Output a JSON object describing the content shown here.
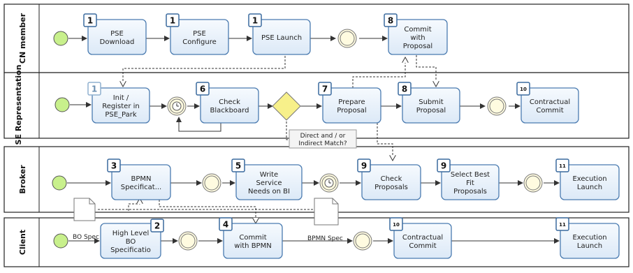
{
  "lanes": [
    {
      "id": "cn",
      "label": "CN member"
    },
    {
      "id": "se",
      "label": "SE Representation"
    },
    {
      "id": "broker",
      "label": "Broker"
    },
    {
      "id": "client",
      "label": "Client"
    }
  ],
  "tasks": {
    "pse_download": {
      "num": "1",
      "lines": [
        "PSE",
        "Download"
      ]
    },
    "pse_configure": {
      "num": "1",
      "lines": [
        "PSE",
        "Configure"
      ]
    },
    "pse_launch": {
      "num": "1",
      "lines": [
        "PSE Launch"
      ]
    },
    "commit_proposal": {
      "num": "8",
      "lines": [
        "Commit",
        "with",
        "Proposal"
      ]
    },
    "init_register": {
      "num": "1",
      "lines": [
        "Init /",
        "Register in",
        "PSE_Park"
      ]
    },
    "check_blackboard": {
      "num": "6",
      "lines": [
        "Check",
        "Blackboard"
      ]
    },
    "prepare_proposal": {
      "num": "7",
      "lines": [
        "Prepare",
        "Proposal"
      ]
    },
    "submit_proposal": {
      "num": "8",
      "lines": [
        "Submit",
        "Proposal"
      ]
    },
    "se_contractual": {
      "num": "10",
      "lines": [
        "Contractual",
        "Commit"
      ]
    },
    "bpmn_spec": {
      "num": "3",
      "lines": [
        "BPMN",
        "Specificat..."
      ]
    },
    "write_service": {
      "num": "5",
      "lines": [
        "Write",
        "Service",
        "Needs on BI"
      ]
    },
    "check_proposals": {
      "num": "9",
      "lines": [
        "Check",
        "Proposals"
      ]
    },
    "select_best": {
      "num": "9",
      "lines": [
        "Select Best",
        "Fit",
        "Proposals"
      ]
    },
    "broker_exec": {
      "num": "11",
      "lines": [
        "Execution",
        "Launch"
      ]
    },
    "high_level": {
      "num": "2",
      "lines": [
        "High Level",
        "BO",
        "Specificatio"
      ]
    },
    "commit_bpmn": {
      "num": "4",
      "lines": [
        "Commit",
        "with BPMN"
      ]
    },
    "client_contractual": {
      "num": "10",
      "lines": [
        "Contractual",
        "Commit"
      ]
    },
    "client_exec": {
      "num": "11",
      "lines": [
        "Execution",
        "Launch"
      ]
    }
  },
  "gateway_annotation": [
    "Direct and / or",
    "Indirect Match?"
  ],
  "documents": {
    "bo_spec": "BO Spec",
    "bpmn_spec": "BPMN Spec"
  },
  "colors": {
    "task_fill": "#eef5fc",
    "task_stroke": "#4a7bb0",
    "start_fill": "#c8f08c",
    "gateway_fill": "#f7f08a"
  }
}
